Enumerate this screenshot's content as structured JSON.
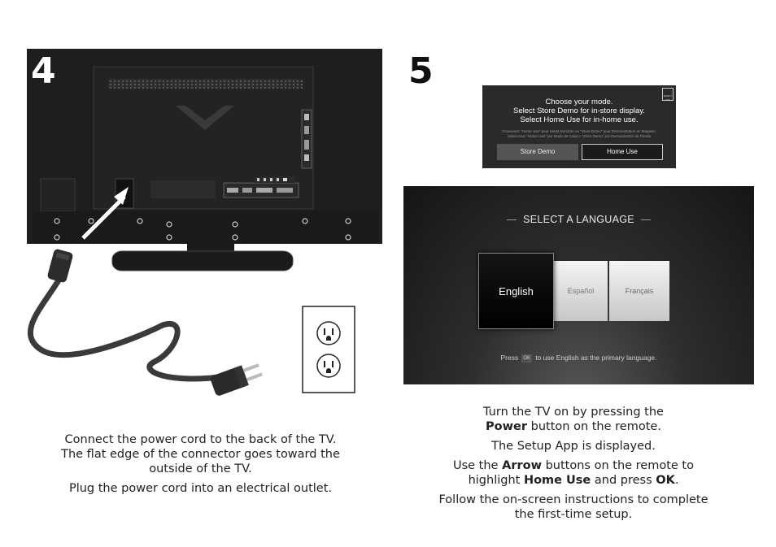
{
  "step4": {
    "number": "4",
    "caption": {
      "line1": "Connect the power cord to the back of the TV.",
      "line2": "The flat edge of the connector goes toward the",
      "line3": "outside of the TV.",
      "line4": "Plug the power cord into an electrical outlet."
    }
  },
  "step5": {
    "number": "5",
    "mode_screen": {
      "line1": "Choose your mode.",
      "line2": "Select Store Demo for in-store display.",
      "line3": "Select Home Use for in-home use.",
      "fine_print_1": "Choisissez \"Home Use\" pour Mode Domicile ou \"Store Demo\" pour Démonstration en Magasin.",
      "fine_print_2": "Seleccione \"Home Use\" por Modo de Casa o \"Store Demo\" por Demostración de Tienda",
      "store_demo_label": "Store Demo",
      "home_use_label": "Home Use",
      "energy_star_text": "ENERGY STAR"
    },
    "language_screen": {
      "title": "SELECT A LANGUAGE",
      "options": [
        "English",
        "Español",
        "Français"
      ],
      "selected": "English",
      "hint_before": "Press",
      "hint_key": "OK",
      "hint_after": "to use English as the primary language."
    },
    "caption": {
      "p1_a": "Turn the TV on by pressing the",
      "p1_bold": "Power",
      "p1_b": " button on the remote.",
      "p2": "The Setup App is displayed.",
      "p3_a": "Use the ",
      "p3_bold1": "Arrow",
      "p3_b": " buttons on the remote to",
      "p3_c": "highlight ",
      "p3_bold2": "Home Use",
      "p3_d": " and press ",
      "p3_bold3": "OK",
      "p3_e": ".",
      "p4_a": "Follow the on-screen instructions to complete",
      "p4_b": "the first-time setup."
    }
  },
  "colors": {
    "tv_body": "#1c1c1c",
    "screen_bg": "#2a2a2a",
    "text": "#222222"
  }
}
